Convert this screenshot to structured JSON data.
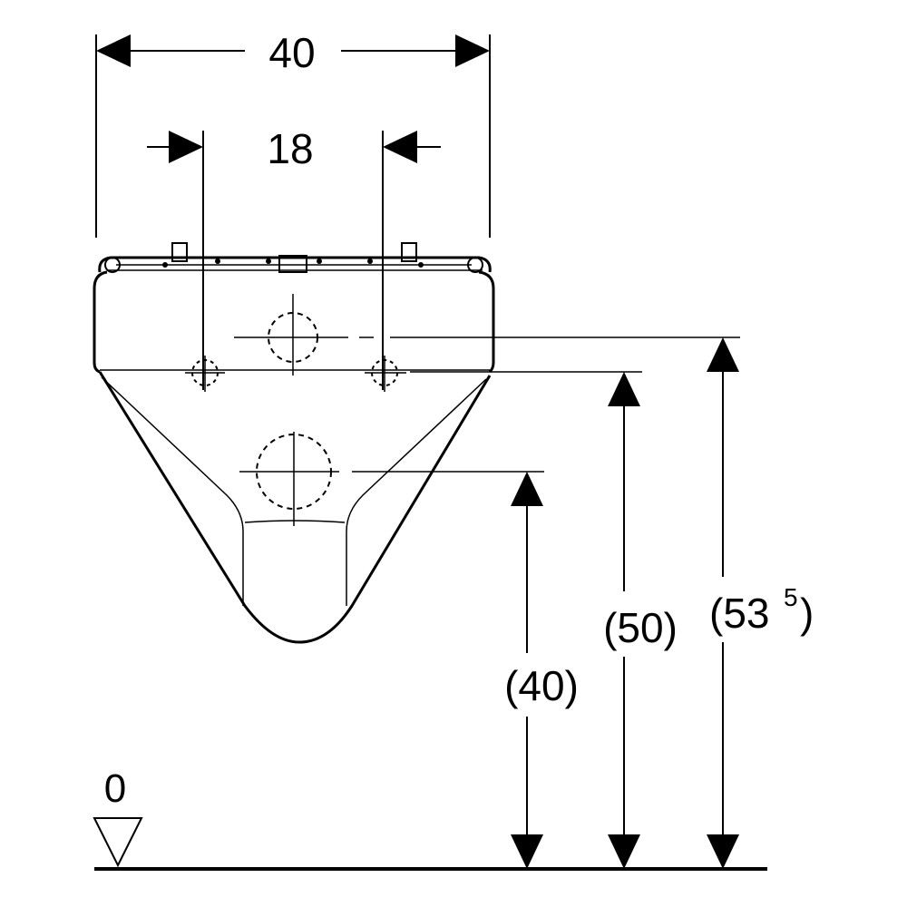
{
  "dimensions": {
    "overall_width": "40",
    "fixing_spacing": "18",
    "waste_height": "(40)",
    "fixing_height": "(50)",
    "total_height_main": "(53",
    "total_height_sup": "5",
    "total_height_close": ")",
    "floor_level": "0"
  },
  "colors": {
    "line": "#000000",
    "background": "#ffffff"
  }
}
